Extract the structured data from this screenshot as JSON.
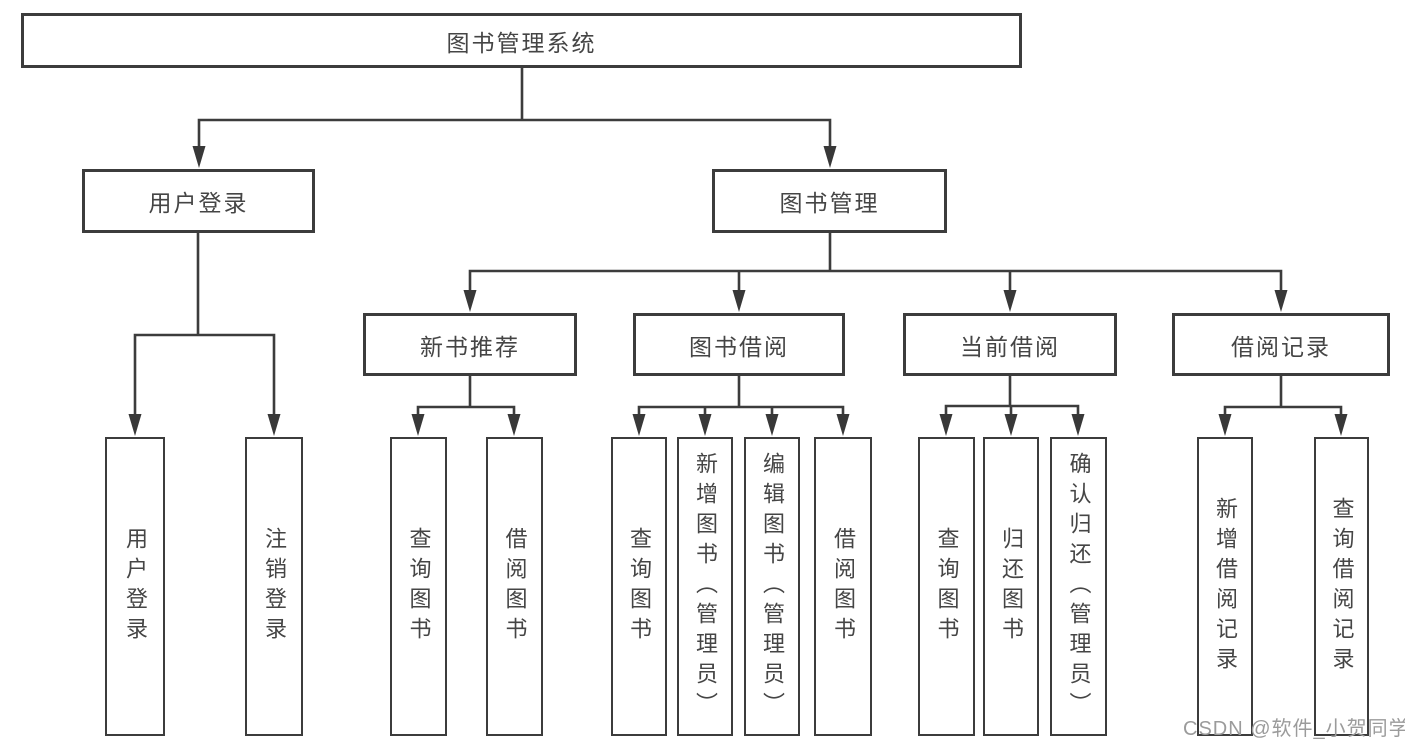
{
  "diagram": {
    "root": {
      "label": "图书管理系统"
    },
    "branches": [
      {
        "label": "用户登录",
        "leaves": [
          "用户登录",
          "注销登录"
        ]
      },
      {
        "label": "图书管理",
        "children": [
          {
            "label": "新书推荐",
            "leaves": [
              "查询图书",
              "借阅图书"
            ]
          },
          {
            "label": "图书借阅",
            "leaves": [
              "查询图书",
              "新增图书（管理员）",
              "编辑图书（管理员）",
              "借阅图书"
            ]
          },
          {
            "label": "当前借阅",
            "leaves": [
              "查询图书",
              "归还图书",
              "确认归还（管理员）"
            ]
          },
          {
            "label": "借阅记录",
            "leaves": [
              "新增借阅记录",
              "查询借阅记录"
            ]
          }
        ]
      }
    ]
  },
  "watermark": "CSDN @软件_小贺同学",
  "colors": {
    "line": "#3c3c3c",
    "text": "#454545",
    "background": "#ffffff",
    "watermark": "#9b9b9b"
  }
}
